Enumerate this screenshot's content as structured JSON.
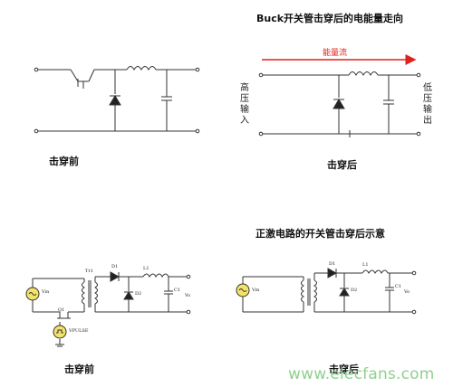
{
  "titles": {
    "top_right": "Buck开关管击穿后的电能量走向",
    "bottom_right": "正激电路的开关管击穿后示意"
  },
  "captions": {
    "top_left": "击穿前",
    "top_right": "击穿后",
    "bottom_left": "击穿前",
    "bottom_right": "击穿后"
  },
  "energy_flow": "能量流",
  "side_labels": {
    "left": "高压输入",
    "right": "低压输出"
  },
  "components": {
    "vin": "Vin",
    "tr": "Tr1",
    "d1": "D1",
    "d2": "D2",
    "l1": "L1",
    "c1": "C1",
    "q1": "Q1",
    "vpulse": "VPULSE",
    "vo": "Vo"
  },
  "watermark": "www.elecfans.com",
  "colors": {
    "flow_arrow": "#e0201b",
    "line": "#333333",
    "vin_source": "#f3e36b",
    "watermark": "#8fd08f"
  }
}
